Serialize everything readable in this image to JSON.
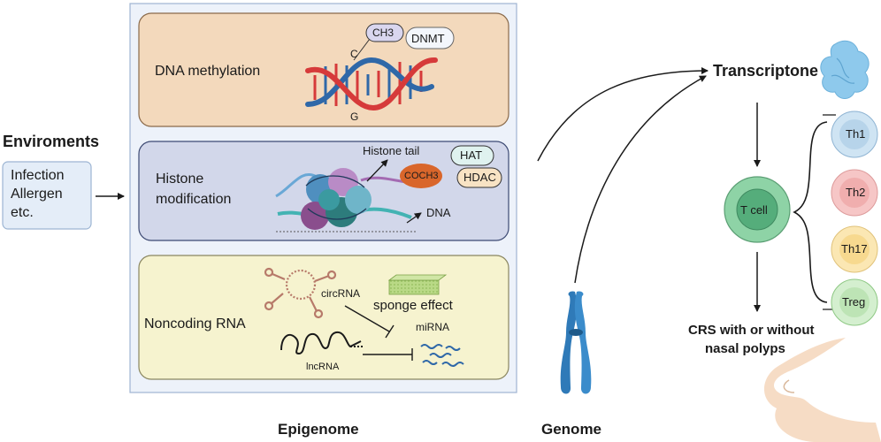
{
  "environments": {
    "title": "Enviroments",
    "items": [
      "Infection",
      "Allergen",
      "etc."
    ]
  },
  "epigenome": {
    "label": "Epigenome",
    "dna_methylation": {
      "title": "DNA methylation",
      "ch3": "CH3",
      "dnmt": "DNMT",
      "base_c": "C",
      "base_g": "G"
    },
    "histone_modification": {
      "title_line1": "Histone",
      "title_line2": "modification",
      "histone_tail": "Histone tail",
      "coch3": "COCH3",
      "hat": "HAT",
      "hdac": "HDAC",
      "dna": "DNA"
    },
    "noncoding_rna": {
      "title": "Noncoding RNA",
      "circrna": "circRNA",
      "sponge_effect": "sponge effect",
      "mirna": "miRNA",
      "lncrna": "lncRNA"
    }
  },
  "genome": {
    "label": "Genome"
  },
  "transcriptome": {
    "label": "Transcriptone"
  },
  "tcell": {
    "label": "T cell",
    "subsets": [
      "Th1",
      "Th2",
      "Th17",
      "Treg"
    ]
  },
  "outcome": {
    "line1": "CRS with or without",
    "line2": "nasal polyps"
  },
  "colors": {
    "methylation_bg": "#f3d9bc",
    "histone_bg": "#d2d7ea",
    "ncrna_bg": "#f6f3cf",
    "epigenome_panel_bg": "#edf2fa",
    "dna_red": "#d63a3a",
    "dna_blue": "#2f68a8",
    "chromosome": "#2f7ab8",
    "tcell": "#78c89a",
    "th1": "#cfe4f3",
    "th2": "#f6c6c6",
    "th17": "#fbe7b3",
    "treg": "#d4efcf"
  }
}
